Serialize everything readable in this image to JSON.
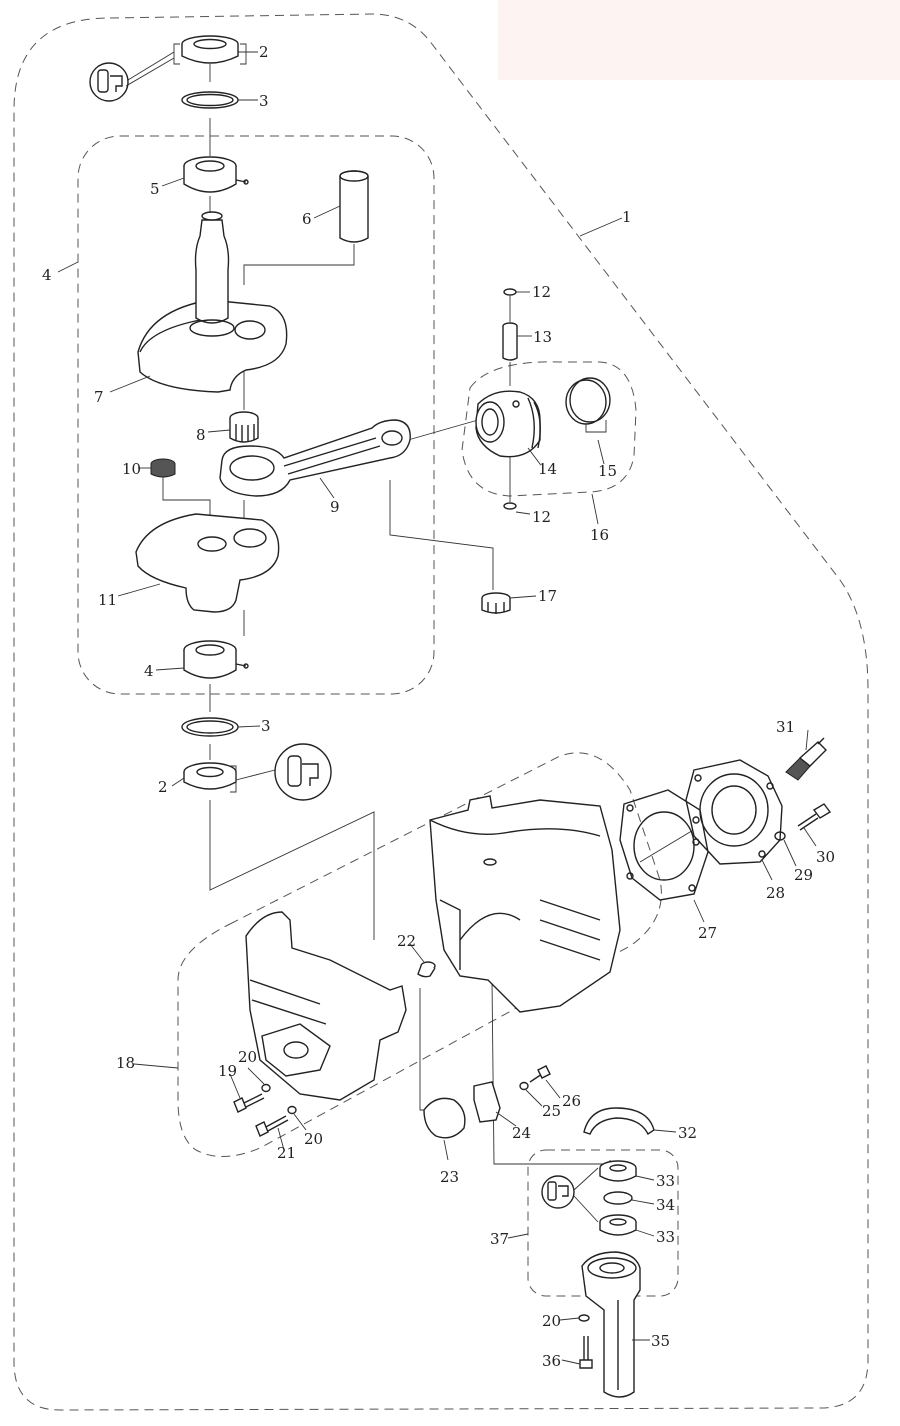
{
  "parts": [
    {
      "id": "1",
      "label": "1"
    },
    {
      "id": "2a",
      "label": "2"
    },
    {
      "id": "3a",
      "label": "3"
    },
    {
      "id": "4a",
      "label": "4"
    },
    {
      "id": "5",
      "label": "5"
    },
    {
      "id": "6",
      "label": "6"
    },
    {
      "id": "7",
      "label": "7"
    },
    {
      "id": "8",
      "label": "8"
    },
    {
      "id": "9",
      "label": "9"
    },
    {
      "id": "10",
      "label": "10"
    },
    {
      "id": "11",
      "label": "11"
    },
    {
      "id": "12a",
      "label": "12"
    },
    {
      "id": "13",
      "label": "13"
    },
    {
      "id": "14",
      "label": "14"
    },
    {
      "id": "15",
      "label": "15"
    },
    {
      "id": "12b",
      "label": "12"
    },
    {
      "id": "16",
      "label": "16"
    },
    {
      "id": "17",
      "label": "17"
    },
    {
      "id": "4b",
      "label": "4"
    },
    {
      "id": "3b",
      "label": "3"
    },
    {
      "id": "2b",
      "label": "2"
    },
    {
      "id": "31",
      "label": "31"
    },
    {
      "id": "30",
      "label": "30"
    },
    {
      "id": "29",
      "label": "29"
    },
    {
      "id": "28",
      "label": "28"
    },
    {
      "id": "27",
      "label": "27"
    },
    {
      "id": "22",
      "label": "22"
    },
    {
      "id": "18",
      "label": "18"
    },
    {
      "id": "20a",
      "label": "20"
    },
    {
      "id": "19",
      "label": "19"
    },
    {
      "id": "20b",
      "label": "20"
    },
    {
      "id": "21",
      "label": "21"
    },
    {
      "id": "26",
      "label": "26"
    },
    {
      "id": "25",
      "label": "25"
    },
    {
      "id": "24",
      "label": "24"
    },
    {
      "id": "23",
      "label": "23"
    },
    {
      "id": "32",
      "label": "32"
    },
    {
      "id": "33a",
      "label": "33"
    },
    {
      "id": "34",
      "label": "34"
    },
    {
      "id": "33b",
      "label": "33"
    },
    {
      "id": "37",
      "label": "37"
    },
    {
      "id": "20c",
      "label": "20"
    },
    {
      "id": "35",
      "label": "35"
    },
    {
      "id": "36",
      "label": "36"
    }
  ]
}
